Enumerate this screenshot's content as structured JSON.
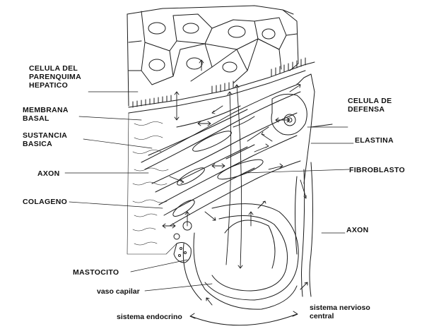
{
  "labels": {
    "celula_parenquima": [
      "CELULA DEL",
      "PARENQUIMA",
      "HEPATICO"
    ],
    "membrana_basal": [
      "MEMBRANA",
      "BASAL"
    ],
    "sustancia_basica": [
      "SUSTANCIA",
      "BASICA"
    ],
    "axon_left": "AXON",
    "colageno": "COLAGENO",
    "mastocito": "MASTOCITO",
    "vaso_capilar": "vaso capilar",
    "sistema_endocrino": "sistema endocrino",
    "celula_defensa": [
      "CELULA DE",
      "DEFENSA"
    ],
    "elastina": "ELASTINA",
    "fibroblasto": "FIBROBLASTO",
    "axon_right": "AXON",
    "sistema_nervioso": [
      "sistema nervioso",
      "central"
    ]
  },
  "colors": {
    "ink": "#1a1a1a",
    "background": "#ffffff"
  }
}
